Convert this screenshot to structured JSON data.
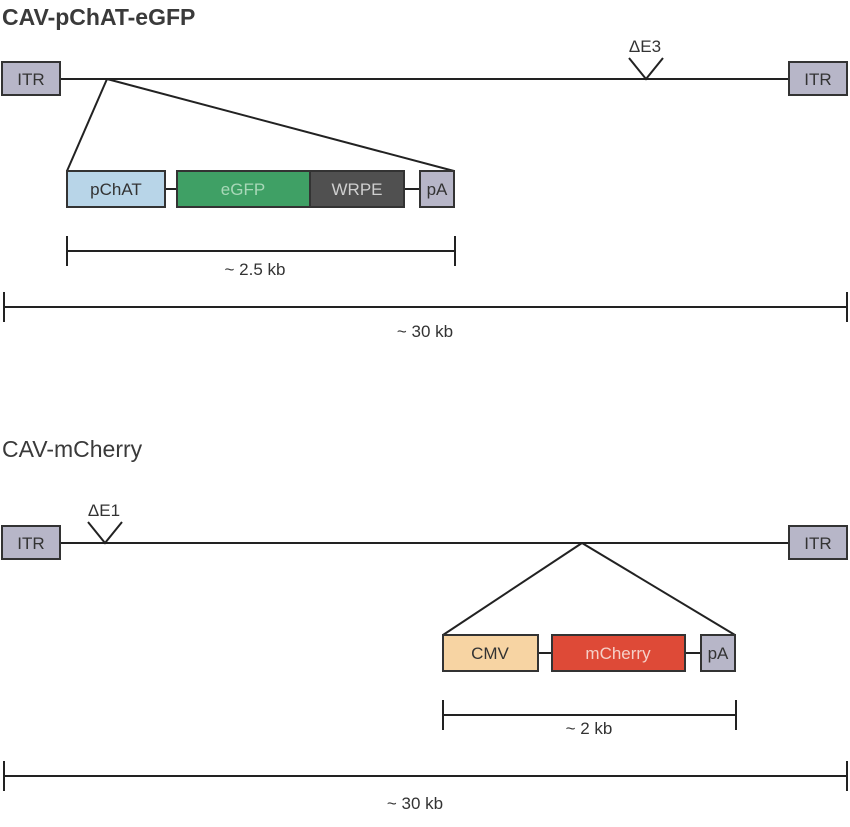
{
  "constructs": [
    {
      "title": "CAV-pChAT-eGFP",
      "left_itr": "ITR",
      "right_itr": "ITR",
      "deletion": "ΔE3",
      "elements": [
        {
          "label": "pChAT",
          "fill": "#b8d5e8",
          "text_color": "#333333"
        },
        {
          "label": "eGFP",
          "fill": "#3fa065",
          "text_color": "#a8d8b8"
        },
        {
          "label": "WRPE",
          "fill": "#505050",
          "text_color": "#cfcfcf"
        },
        {
          "label": "pA",
          "fill": "#b7b6c8",
          "text_color": "#333333"
        }
      ],
      "insert_size": "~ 2.5 kb",
      "genome_size": "~ 30 kb"
    },
    {
      "title": "CAV-mCherry",
      "left_itr": "ITR",
      "right_itr": "ITR",
      "deletion": "ΔE1",
      "elements": [
        {
          "label": "CMV",
          "fill": "#f7d4a3",
          "text_color": "#333333"
        },
        {
          "label": "mCherry",
          "fill": "#de4a37",
          "text_color": "#f5d0c8"
        },
        {
          "label": "pA",
          "fill": "#b7b6c8",
          "text_color": "#333333"
        }
      ],
      "insert_size": "~ 2 kb",
      "genome_size": "~ 30 kb"
    }
  ],
  "colors": {
    "itr_fill": "#b7b6c8",
    "line": "#222222"
  }
}
